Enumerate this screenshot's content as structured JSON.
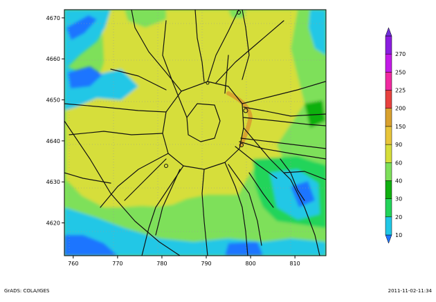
{
  "map": {
    "type": "contour-map",
    "x_axis": {
      "min": 758,
      "max": 817,
      "ticks": [
        "760",
        "770",
        "780",
        "790",
        "800",
        "810"
      ],
      "tick_values": [
        760,
        770,
        780,
        790,
        800,
        810
      ]
    },
    "y_axis": {
      "min": 4612,
      "max": 4672,
      "ticks": [
        "4620",
        "4630",
        "4640",
        "4650",
        "4660",
        "4670"
      ],
      "tick_values": [
        4620,
        4630,
        4640,
        4650,
        4660,
        4670
      ]
    },
    "grid": "dotted"
  },
  "colorbar": {
    "labels": [
      "10",
      "20",
      "30",
      "40",
      "60",
      "90",
      "150",
      "200",
      "225",
      "250",
      "270"
    ],
    "colors": [
      "#1f74ff",
      "#21c7e6",
      "#23d45a",
      "#10b010",
      "#7ee05a",
      "#d6de3a",
      "#e8c53a",
      "#d9a12e",
      "#e8423f",
      "#f02aa0",
      "#c31be8",
      "#8a1ee0",
      "#7030d8"
    ]
  },
  "footer": {
    "left": "GrADS: COLA/IGES",
    "right": "2011-11-02-11:34"
  }
}
